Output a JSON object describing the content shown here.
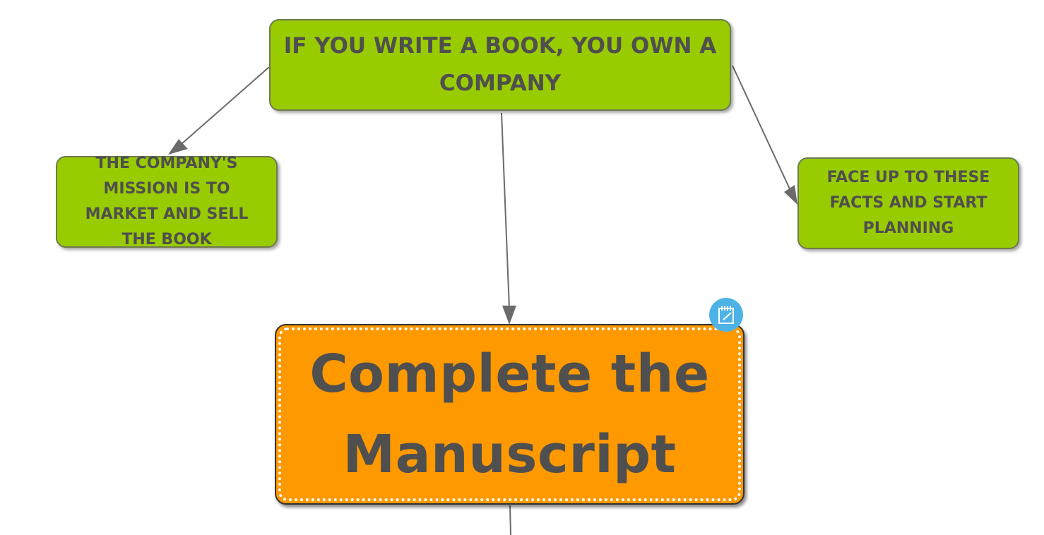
{
  "nodes": {
    "root": {
      "label": "IF YOU WRITE A BOOK, YOU OWN A COMPANY",
      "color": "#99cc00"
    },
    "left": {
      "label": "THE COMPANY'S MISSION IS TO MARKET AND SELL THE BOOK",
      "color": "#99cc00"
    },
    "right": {
      "label": "FACE UP TO THESE FACTS AND START PLANNING",
      "color": "#99cc00"
    },
    "manuscript": {
      "label": "Complete the Manuscript",
      "color": "#ff9900"
    }
  },
  "note_badge": {
    "icon": "notepad-icon",
    "color": "#4db3e6"
  },
  "connector_color": "#6b6b6b"
}
